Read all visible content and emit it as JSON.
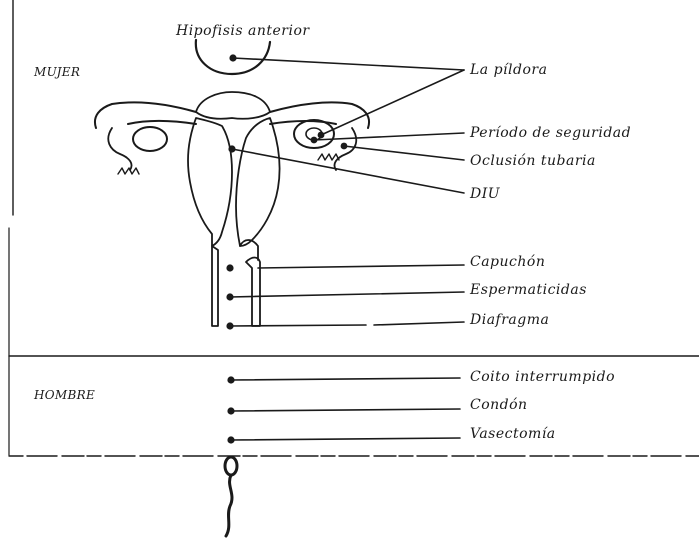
{
  "sections": {
    "female": "MUJER",
    "male": "HOMBRE"
  },
  "labels": {
    "pituitary": "Hipofisis anterior",
    "pill": "La píldora",
    "rhythm": "Período de seguridad",
    "tubal": "Oclusión tubaria",
    "iud": "DIU",
    "cap": "Capuchón",
    "spermicide": "Espermaticidas",
    "diaphragm": "Diafragma",
    "withdrawal": "Coito interrumpido",
    "condom": "Condón",
    "vasectomy": "Vasectomía"
  }
}
